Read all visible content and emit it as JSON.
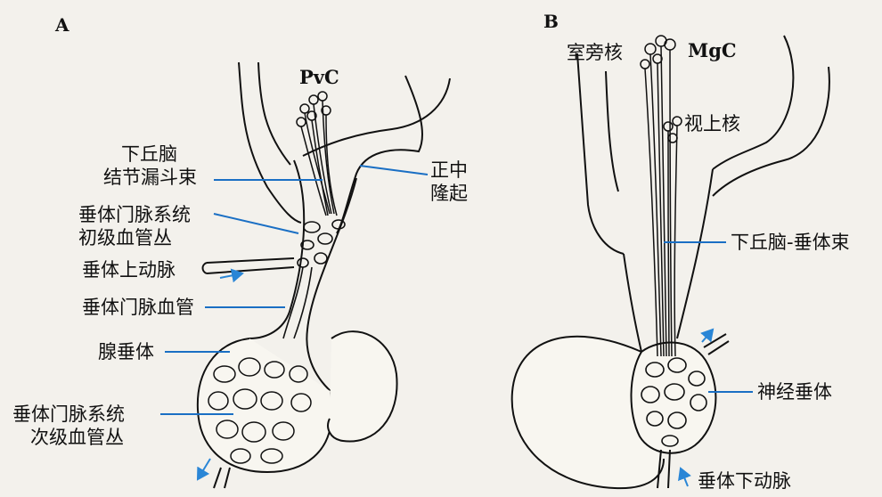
{
  "panels": {
    "a": "A",
    "b": "B"
  },
  "diagram_a": {
    "labels": {
      "pvc": "PvC",
      "hypothalamus_line1": "下丘脑",
      "hypothalamus_line2": "结节漏斗束",
      "median_line1": "正中",
      "median_line2": "隆起",
      "primary_line1": "垂体门脉系统",
      "primary_line2": "初级血管丛",
      "sup_artery": "垂体上动脉",
      "portal_vessel": "垂体门脉血管",
      "adenohypophysis": "腺垂体",
      "secondary_line1": "垂体门脉系统",
      "secondary_line2": "次级血管丛"
    }
  },
  "diagram_b": {
    "labels": {
      "paraventricular": "室旁核",
      "mgc": "MgC",
      "supraoptic": "视上核",
      "tract": "下丘脑-垂体束",
      "neurohypophysis": "神经垂体",
      "inf_artery": "垂体下动脉"
    }
  },
  "colors": {
    "leader": "#1a6fc4",
    "arrow": "#2a86d6",
    "ink": "#111111"
  }
}
